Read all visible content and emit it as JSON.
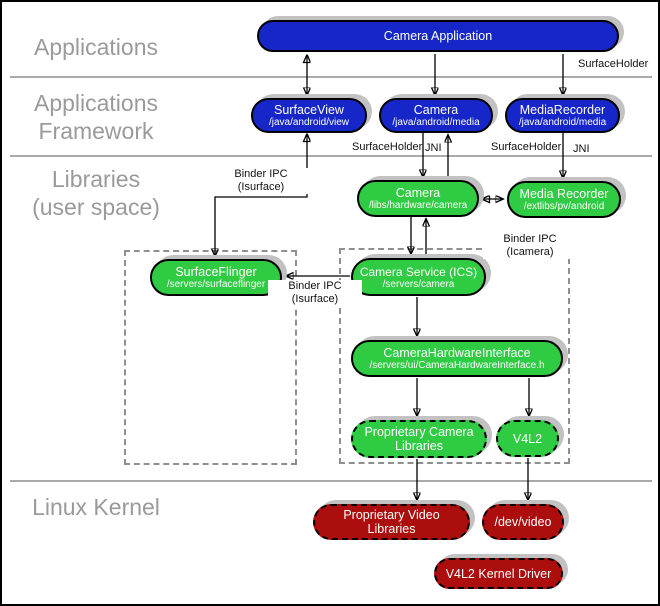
{
  "colors": {
    "blue": "#1626C8",
    "green": "#2FCB43",
    "red": "#AC0E0E",
    "shadow": "#C2C2C2",
    "row_label_gray": "#9A9A9A"
  },
  "rows": {
    "applications": {
      "line1": "Applications"
    },
    "framework": {
      "line1": "Applications",
      "line2": "Framework"
    },
    "libraries": {
      "line1": "Libraries",
      "line2": "(user space)"
    },
    "kernel": {
      "line1": "Linux Kernel"
    }
  },
  "boxes": {
    "camera_application": {
      "title": "Camera Application"
    },
    "surfaceview": {
      "title": "SurfaceView",
      "subtitle": "/java/android/view"
    },
    "camera_fw": {
      "title": "Camera",
      "subtitle": "/java/android/media"
    },
    "mediarecorder": {
      "title": "MediaRecorder",
      "subtitle": "/java/android/media"
    },
    "camera_lib": {
      "title": "Camera",
      "subtitle": "/libs/hardware/camera"
    },
    "media_recorder_lib": {
      "title": "Media Recorder",
      "subtitle": "/extlibs/pv/android"
    },
    "surfaceflinger": {
      "title": "SurfaceFlinger",
      "subtitle": "/servers/surfaceflinger"
    },
    "camera_service": {
      "title": "Camera Service (ICS)",
      "subtitle": "/servers/camera"
    },
    "camera_hardware_interface": {
      "title": "CameraHardwareInterface",
      "subtitle": "/servers/ui/CameraHardwareInterface.h"
    },
    "proprietary_camera_libraries": {
      "title": "Proprietary Camera Libraries"
    },
    "v4l2": {
      "title": "V4L2"
    },
    "proprietary_video_libraries": {
      "title": "Proprietary Video Libraries"
    },
    "dev_video": {
      "title": "/dev/video"
    },
    "v4l2_kernel_driver": {
      "title": "V4L2 Kernel Driver"
    }
  },
  "edge_labels": {
    "surfaceholder_top": "SurfaceHolder",
    "surfaceholder_camera": "SurfaceHolder",
    "jni_camera": "JNI",
    "surfaceholder_mediarecorder": "SurfaceHolder",
    "jni_mediarecorder": "JNI",
    "binder_ipc_surfaceview": {
      "line1": "Binder IPC",
      "line2": "(Isurface)"
    },
    "binder_ipc_surfaceflinger": {
      "line1": "Binder IPC",
      "line2": "(Isurface)"
    },
    "binder_ipc_camera": {
      "line1": "Binder IPC",
      "line2": "(Icamera)"
    }
  }
}
